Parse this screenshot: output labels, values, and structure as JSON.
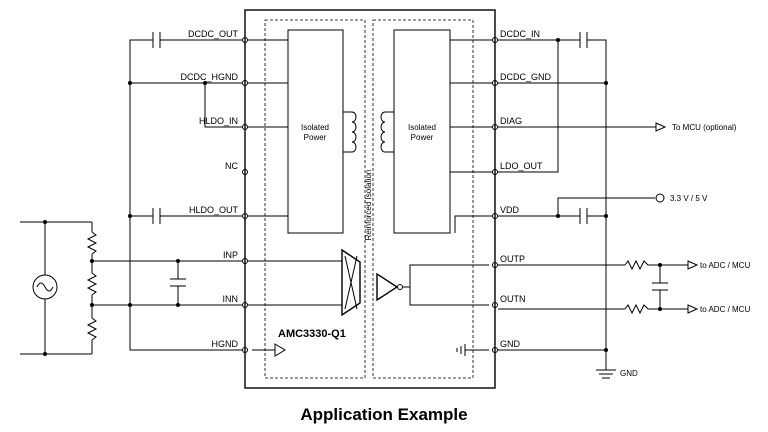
{
  "left_pins": [
    "DCDC_OUT",
    "DCDC_HGND",
    "HLDO_IN",
    "NC",
    "HLDO_OUT",
    "INP",
    "INN",
    "HGND"
  ],
  "right_pins": [
    "DCDC_IN",
    "DCDC_GND",
    "DIAG",
    "LDO_OUT",
    "VDD",
    "OUTP",
    "OUTN",
    "GND"
  ],
  "blocks": {
    "left_power": [
      "Isolated",
      "Power"
    ],
    "right_power": [
      "Isolated",
      "Power"
    ],
    "barrier": "Reinforced Isolation",
    "part_number": "AMC3330-Q1"
  },
  "nets": {
    "diag": "To MCU (optional)",
    "supply": "3.3 V / 5 V",
    "outp": "to ADC / MCU",
    "outn": "to ADC / MCU",
    "gnd": "GND"
  },
  "caption": "Application Example"
}
